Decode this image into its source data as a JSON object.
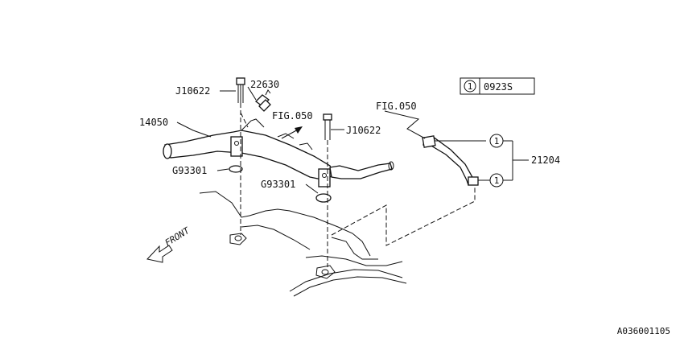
{
  "labels": {
    "bolt_upper_left": "J10622",
    "sensor": "22630",
    "pipe": "14050",
    "fig_ref_center": "FIG.050",
    "bolt_right": "J10622",
    "gasket_left": "G93301",
    "gasket_center": "G93301",
    "fig_ref_right": "FIG.050",
    "hose": "21204",
    "front": "FRONT"
  },
  "legend": {
    "number": "1",
    "part": "0923S"
  },
  "callout_marker": "1",
  "diagram_id": "A036001105"
}
